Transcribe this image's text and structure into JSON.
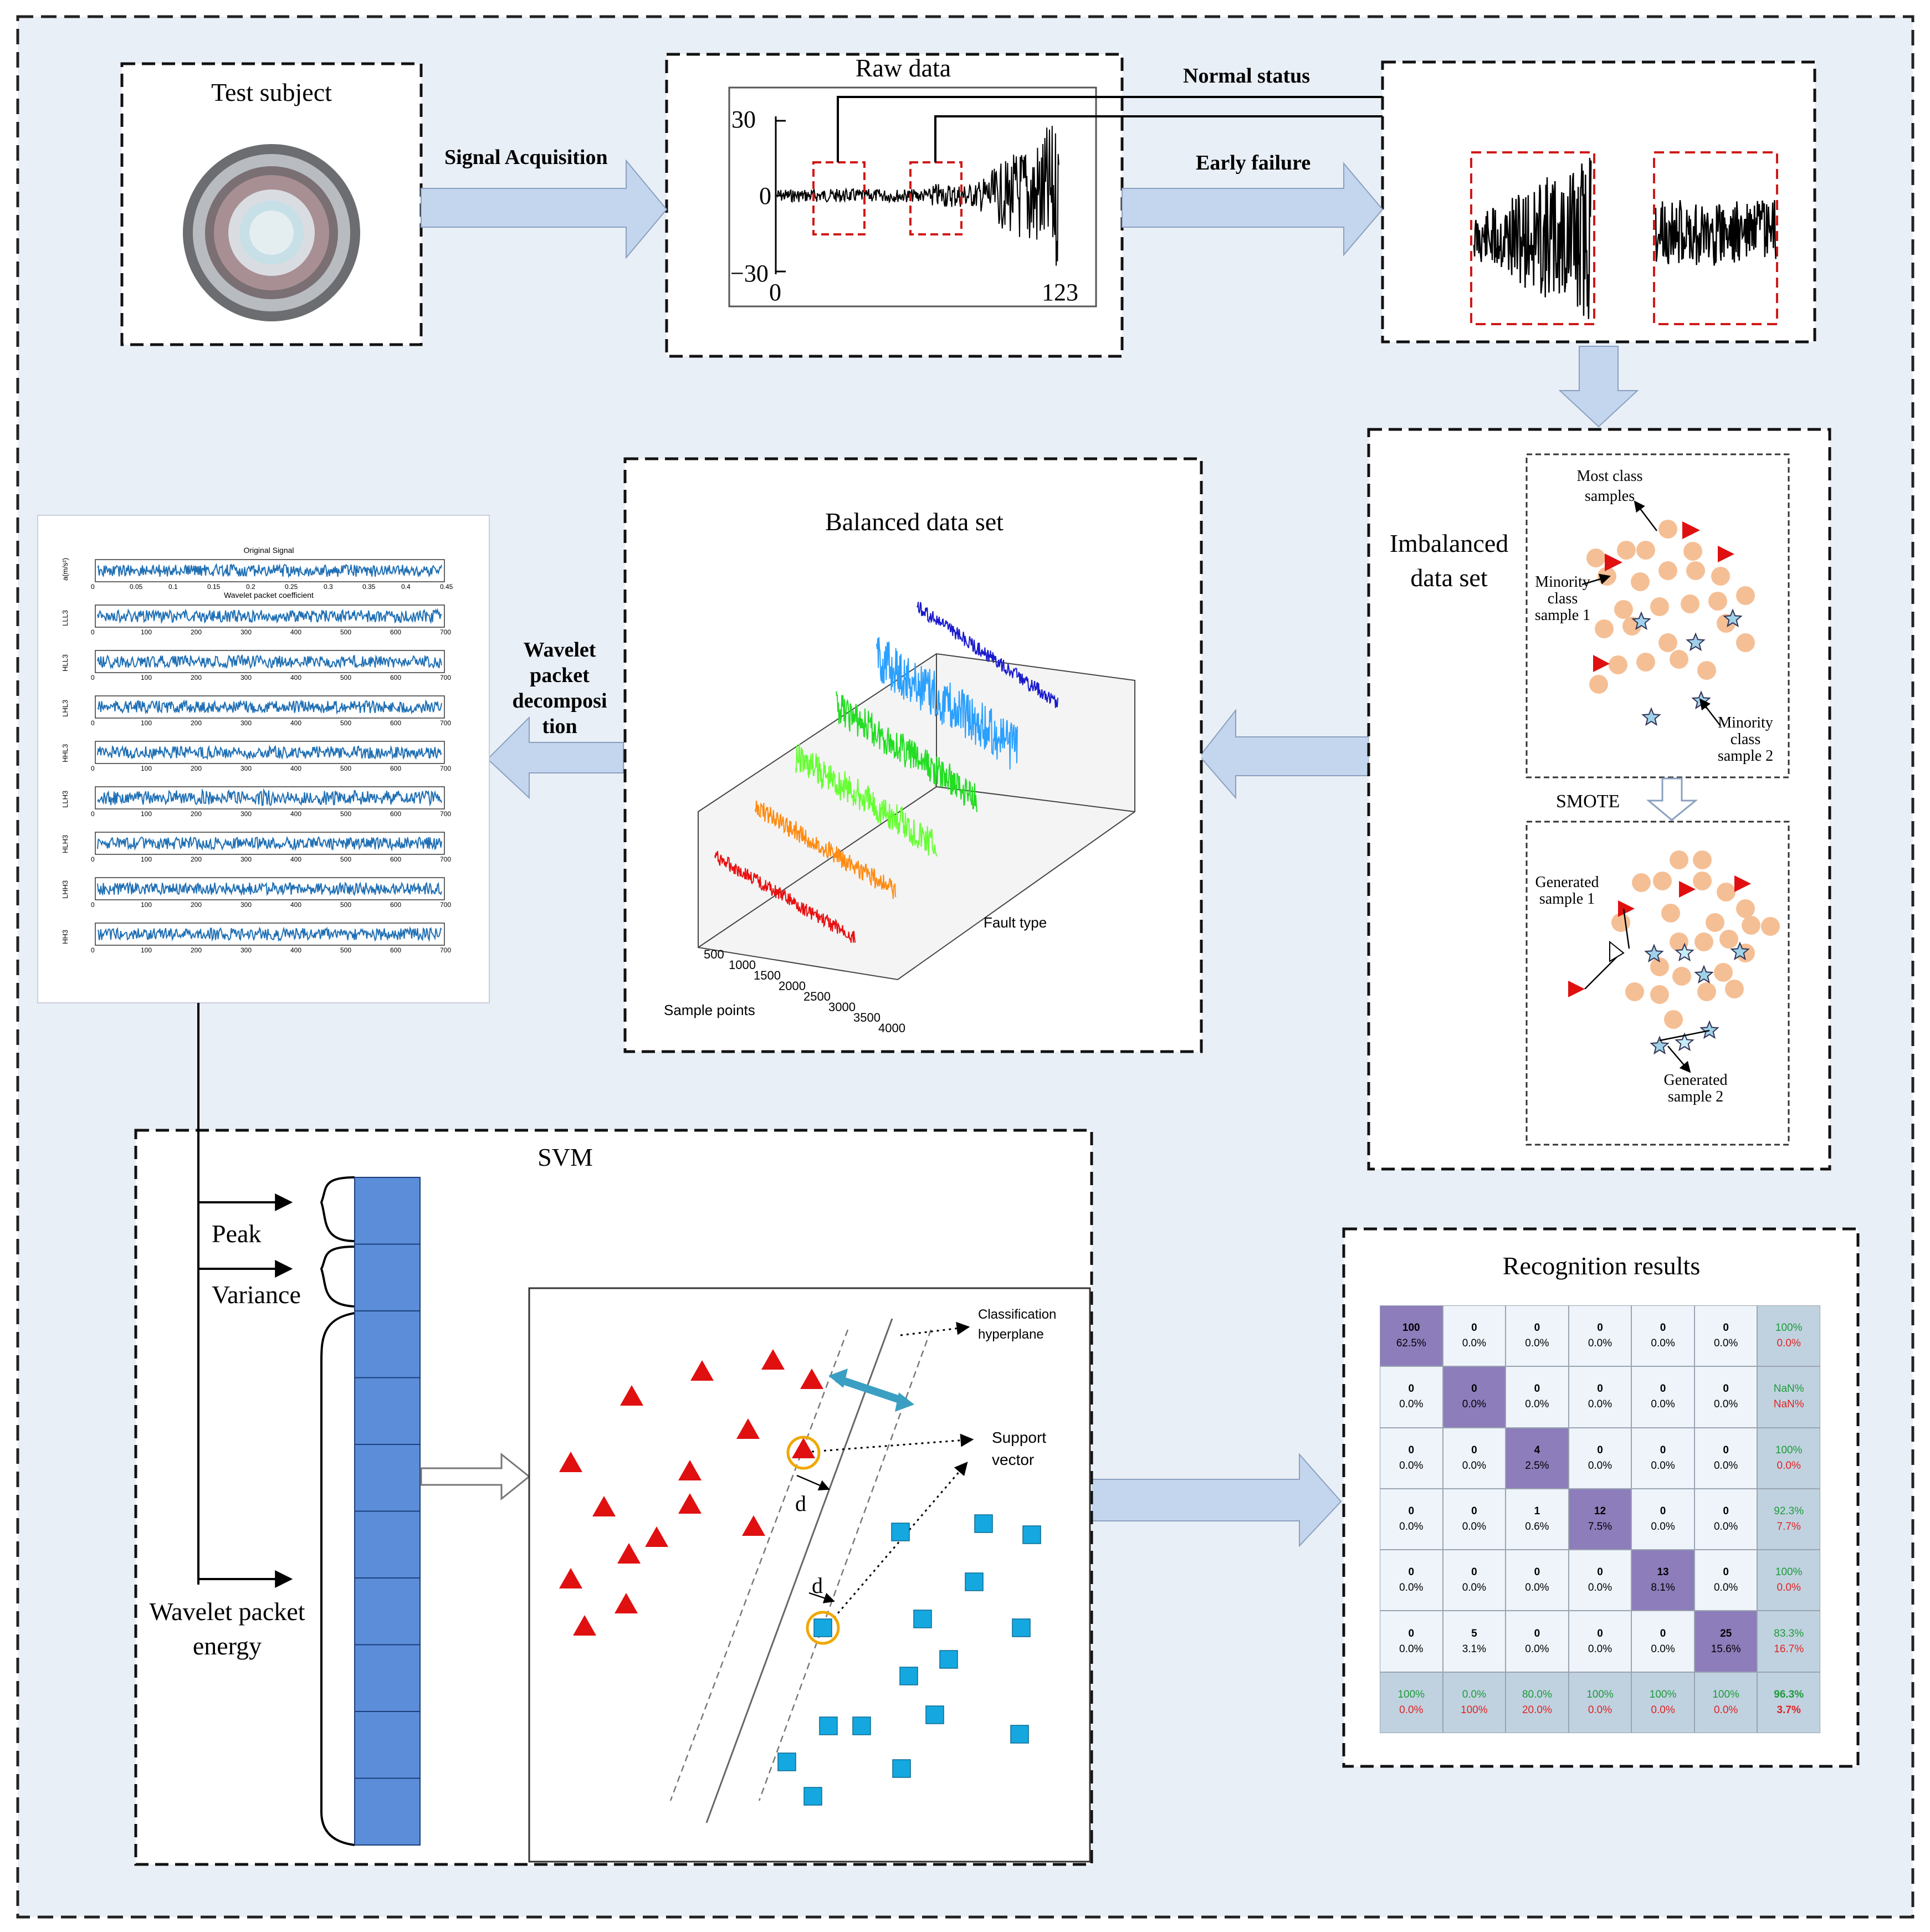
{
  "panels": {
    "test_subject": "Test subject",
    "raw_data": "Raw data",
    "balanced": "Balanced data set",
    "imbalanced": "Imbalanced data set",
    "svm": "SVM",
    "recognition": "Recognition results"
  },
  "arrows": {
    "signal_acquisition": "Signal Acquisition",
    "normal_status": "Normal status",
    "early_failure": "Early failure",
    "wavelet_packet_decomposition": "Wavelet packet decomposi tion"
  },
  "raw_chart": {
    "y_top": "30",
    "y_mid": "0",
    "y_bottom": "−30",
    "x_start": "0",
    "x_end": "123"
  },
  "imbalanced_labels": {
    "most_class": "Most class samples",
    "minority1": "Minority class sample 1",
    "minority2": "Minority class sample 2",
    "smote": "SMOTE",
    "generated1": "Generated sample 1",
    "generated2": "Generated sample 2"
  },
  "balanced_chart": {
    "fault_type": "Fault type",
    "sample_points": "Sample points",
    "ticks": [
      "500",
      "1000",
      "1500",
      "2000",
      "2500",
      "3000",
      "3500",
      "4000"
    ]
  },
  "wavelet_panel": {
    "original_signal": "Original Signal",
    "coefficient": "Wavelet packet coefficient",
    "rows": [
      "a(m/s²)",
      "LLL3",
      "HLL3",
      "LHL3",
      "HHL3",
      "LLH3",
      "HLH3",
      "LHH3",
      "HH3"
    ],
    "x_ticks_signal": [
      "0",
      "0.05",
      "0.1",
      "0.15",
      "0.2",
      "0.25",
      "0.3",
      "0.35",
      "0.4",
      "0.45"
    ],
    "x_ticks_coef": [
      "0",
      "100",
      "200",
      "300",
      "400",
      "500",
      "600",
      "700"
    ]
  },
  "svm_labels": {
    "peak": "Peak",
    "variance": "Variance",
    "wavelet_energy": "Wavelet packet energy",
    "classification_hyperplane": "Classification hyperplane",
    "support_vector": "Support vector",
    "d": "d"
  },
  "confusion_matrix": [
    [
      {
        "n": "100",
        "p": "62.5%"
      },
      {
        "n": "0",
        "p": "0.0%"
      },
      {
        "n": "0",
        "p": "0.0%"
      },
      {
        "n": "0",
        "p": "0.0%"
      },
      {
        "n": "0",
        "p": "0.0%"
      },
      {
        "n": "0",
        "p": "0.0%"
      },
      {
        "n": "100%",
        "p": "0.0%"
      }
    ],
    [
      {
        "n": "0",
        "p": "0.0%"
      },
      {
        "n": "0",
        "p": "0.0%"
      },
      {
        "n": "0",
        "p": "0.0%"
      },
      {
        "n": "0",
        "p": "0.0%"
      },
      {
        "n": "0",
        "p": "0.0%"
      },
      {
        "n": "0",
        "p": "0.0%"
      },
      {
        "n": "NaN%",
        "p": "NaN%"
      }
    ],
    [
      {
        "n": "0",
        "p": "0.0%"
      },
      {
        "n": "0",
        "p": "0.0%"
      },
      {
        "n": "4",
        "p": "2.5%"
      },
      {
        "n": "0",
        "p": "0.0%"
      },
      {
        "n": "0",
        "p": "0.0%"
      },
      {
        "n": "0",
        "p": "0.0%"
      },
      {
        "n": "100%",
        "p": "0.0%"
      }
    ],
    [
      {
        "n": "0",
        "p": "0.0%"
      },
      {
        "n": "0",
        "p": "0.0%"
      },
      {
        "n": "1",
        "p": "0.6%"
      },
      {
        "n": "12",
        "p": "7.5%"
      },
      {
        "n": "0",
        "p": "0.0%"
      },
      {
        "n": "0",
        "p": "0.0%"
      },
      {
        "n": "92.3%",
        "p": "7.7%"
      }
    ],
    [
      {
        "n": "0",
        "p": "0.0%"
      },
      {
        "n": "0",
        "p": "0.0%"
      },
      {
        "n": "0",
        "p": "0.0%"
      },
      {
        "n": "0",
        "p": "0.0%"
      },
      {
        "n": "13",
        "p": "8.1%"
      },
      {
        "n": "0",
        "p": "0.0%"
      },
      {
        "n": "100%",
        "p": "0.0%"
      }
    ],
    [
      {
        "n": "0",
        "p": "0.0%"
      },
      {
        "n": "5",
        "p": "3.1%"
      },
      {
        "n": "0",
        "p": "0.0%"
      },
      {
        "n": "0",
        "p": "0.0%"
      },
      {
        "n": "0",
        "p": "0.0%"
      },
      {
        "n": "25",
        "p": "15.6%"
      },
      {
        "n": "83.3%",
        "p": "16.7%"
      }
    ],
    [
      {
        "n": "100%",
        "p": "0.0%"
      },
      {
        "n": "0.0%",
        "p": "100%"
      },
      {
        "n": "80.0%",
        "p": "20.0%"
      },
      {
        "n": "100%",
        "p": "0.0%"
      },
      {
        "n": "100%",
        "p": "0.0%"
      },
      {
        "n": "100%",
        "p": "0.0%"
      },
      {
        "n": "96.3%",
        "p": "3.7%"
      }
    ]
  ],
  "colors": {
    "background": "#e9eff6",
    "arrow_fill": "#c4d6ee",
    "feature_bar": "#5b8dd9",
    "triangle": "#e01010",
    "square": "#15a8e0",
    "orange_circle": "#f5bf95",
    "series": [
      "#e81010",
      "#ff8a10",
      "#66ff33",
      "#22dd22",
      "#2aa0ff",
      "#1a1acd"
    ]
  }
}
